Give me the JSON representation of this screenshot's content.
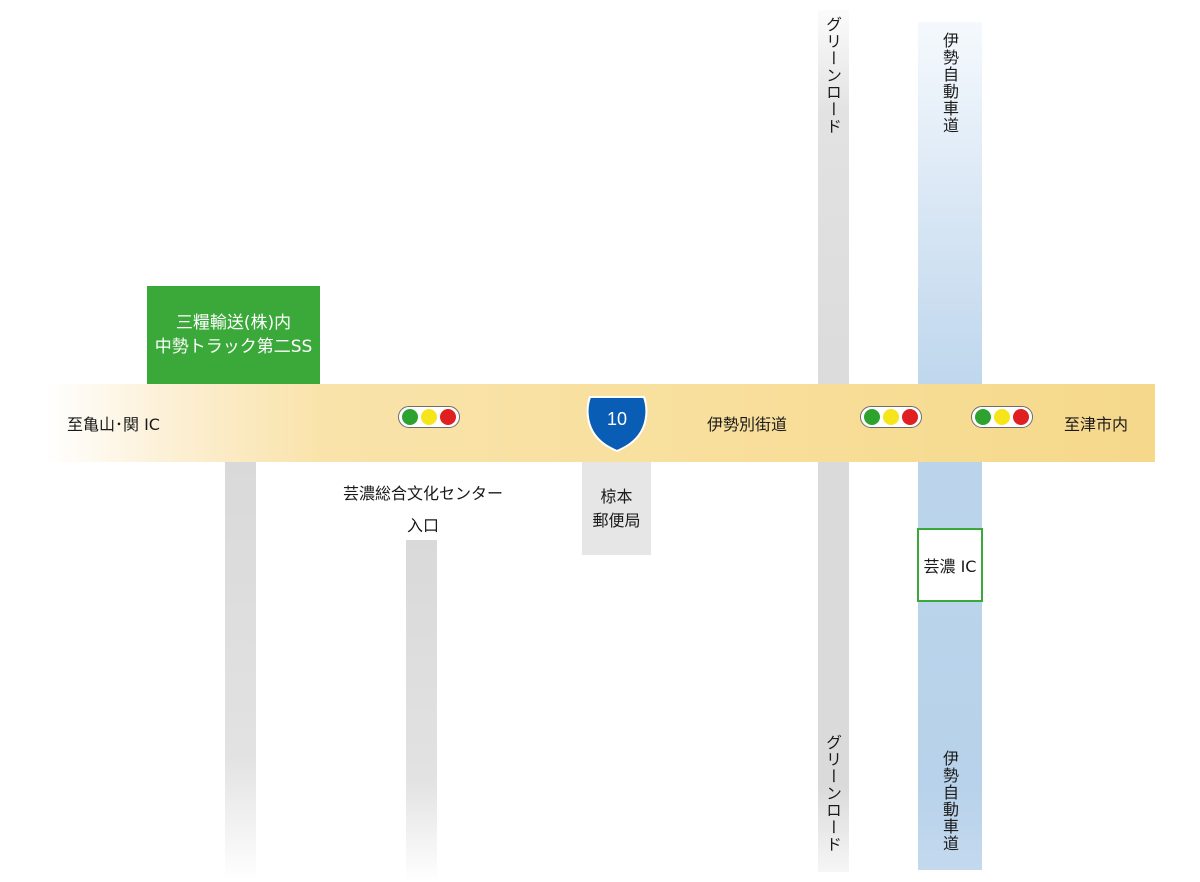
{
  "labels": {
    "west_destination": "至亀山･関 IC",
    "east_destination": "至津市内",
    "highway_name": "伊勢別街道",
    "route_number": "10",
    "culture_center_line1": "芸濃総合文化センター",
    "culture_center_line2": "入口",
    "post_office_line1": "椋本",
    "post_office_line2": "郵便局",
    "ss_line1": "三糧輸送(株)内",
    "ss_line2": "中勢トラック第二SS",
    "green_road_top": "グリーンロード",
    "green_road_bottom": "グリーンロード",
    "expressway_top": "伊勢自動車道",
    "expressway_bottom": "伊勢自動車道",
    "interchange": "芸濃 IC"
  },
  "signals": [
    {
      "name": "signal-culture-center",
      "lamps": [
        "green",
        "yellow",
        "red"
      ]
    },
    {
      "name": "signal-green-road",
      "lamps": [
        "green",
        "yellow",
        "red"
      ]
    },
    {
      "name": "signal-expressway",
      "lamps": [
        "green",
        "yellow",
        "red"
      ]
    }
  ],
  "colors": {
    "main_road": "#f8df9c",
    "side_road": "#dcdcdc",
    "expressway": "#b7d2ea",
    "ss_box": "#3aa93a",
    "ic_border": "#3aa93a",
    "route_shield": "#0a5db5",
    "lamp_green": "#2ea22e",
    "lamp_yellow": "#f5e51a",
    "lamp_red": "#e02020"
  },
  "icons": {
    "route_shield": "national-route-shield",
    "signal": "traffic-signal"
  }
}
